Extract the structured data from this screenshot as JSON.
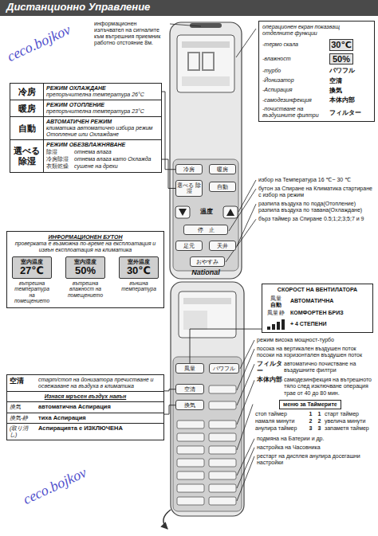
{
  "diagram": {
    "title": "Дистанционно Управление",
    "nodes": [
      {
        "text": [
          "冷房",
          "РЕЖИМ ОХЛАЖДАНЕ",
          "препоръчителна температура 26°C"
        ]
      },
      {
        "text": [
          "暖房",
          "РЕЖИМ ОТОПЛЕНИЕ",
          "препоръчителна температура 23°C"
        ]
      },
      {
        "text": [
          "自動",
          "АВТОМАТИЧЕН РЕЖИМ",
          "климатика автоматично избира режим Отопление или Охлаждане"
        ]
      },
      {
        "text": [
          "選べる 除湿",
          "РЕЖИМ ОБЕЗВЛАЖНЯВАНЕ",
          "除湿",
          "отнема влага",
          "冷房除湿",
          "отнема влага като Охлажда",
          "衣類乾燥",
          "сушене на дрехи"
        ]
      },
      {
        "text": [
          "ИНФОРМАЦИОНЕН БУТОН",
          "проверката е възможна по-време на експлоатация и извън експлоатация на климатика"
        ]
      },
      {
        "text": [
          "室内温度",
          "27℃",
          "вътрешна температура на помещението"
        ],
        "in": 4
      },
      {
        "text": [
          "室内湿度",
          "50%",
          "вътрешна влажност на помещението"
        ],
        "in": 4
      },
      {
        "text": [
          "室外温度",
          "30℃",
          "външна температура"
        ],
        "in": 4
      },
      {
        "text": [
          "операционен екран показващ отделните функции",
          "-термо скала",
          "30℃",
          "-влажност",
          "50%",
          "-турбо",
          "パワフル",
          "-Йонизатор",
          "空清",
          "-Аспирация",
          "換気",
          "-самодезинфекция",
          "本体内部",
          "-почистване на въздушните филтри",
          "フィルター"
        ]
      },
      {
        "text": [
          "СКОРОСТ НА ВЕНТИЛАТОРА",
          "風量",
          "自動",
          "АВТОМАТИЧНА",
          "風量 静",
          "КОМФОРТЕН БРИЗ",
          "+ 4 СТЕПЕНИ"
        ]
      },
      {
        "text": [
          "меню за Таймерите",
          "стоп таймер",
          "1",
          "1",
          "старт таймер",
          "намаля минути",
          "2",
          "2",
          "увелича минути",
          "анулира таймер",
          "3",
          "3",
          "запаметя таймер"
        ]
      },
      {
        "text": [
          "空清",
          "старт/стоп на йонизатора пречистване и освежаване на въздуха в климатика",
          "Изнася мръсен въздух навън",
          "換気",
          "автоматична Аспирация",
          "換気-静",
          "тиха Аспирация",
          "(取り消し)",
          "Аспирацията е ИЗКЛЮЧЕНА"
        ]
      },
      {
        "text": [
          "冷房"
        ]
      },
      {
        "text": [
          "暖房"
        ]
      },
      {
        "text": [
          "自動"
        ]
      },
      {
        "text": [
          "選べる 除湿"
        ]
      },
      {
        "text": [
          "停　止"
        ]
      },
      {
        "text": [
          "おやすみ"
        ]
      },
      {
        "text": [
          "足元"
        ]
      },
      {
        "text": [
          "天井"
        ]
      },
      {
        "text": [
          "風量"
        ]
      },
      {
        "text": [
          "パワフル"
        ]
      },
      {
        "text": [
          "空清"
        ]
      },
      {
        "text": [
          "換気"
        ]
      }
    ],
    "edges": [
      {
        "from": 5,
        "to": 6,
        "arrow": "to"
      },
      {
        "from": 6,
        "to": 7,
        "arrow": "to"
      },
      {
        "from": 0,
        "to": 12,
        "arrow": "none"
      },
      {
        "from": 3,
        "to": 15,
        "arrow": "none"
      },
      {
        "from": 9,
        "to": 20,
        "arrow": "none"
      },
      {
        "from": 11,
        "to": 22,
        "arrow": "none"
      },
      {
        "from": 11,
        "to": 23,
        "arrow": "none"
      }
    ],
    "labels": [
      "информационен излъчвател на сигналите към вътрешния приемник работно отстояние 8м.",
      "избор на Температура 16 ℃~ 30 ℃",
      "бутон за Спиране на Климатика стартиране с избор на режим",
      "разпила въздуха по пода(Отопление) разпила въздуха по тавана(Охлаждане)",
      "бърз таймер за Спиране 0.5;1;2;3;5;7 и 9",
      "温度",
      "National",
      "режим висока мощност-турбо",
      "посока на вертикален въздушен поток посоки на хоризонтален въздушен поток",
      "フィルター",
      "автоматично почистване на въздушните филтри",
      "本体内部",
      "самодезинфекция на вътрешното тяло след изключване операция трае от 40 до 80 мин.",
      "подмяна на Батерии и др.",
      "настройка на Часовника",
      "рестарт на дисплея анулира досегашни настройки",
      "ceco.bojkov",
      "ceco.bojkov"
    ]
  }
}
